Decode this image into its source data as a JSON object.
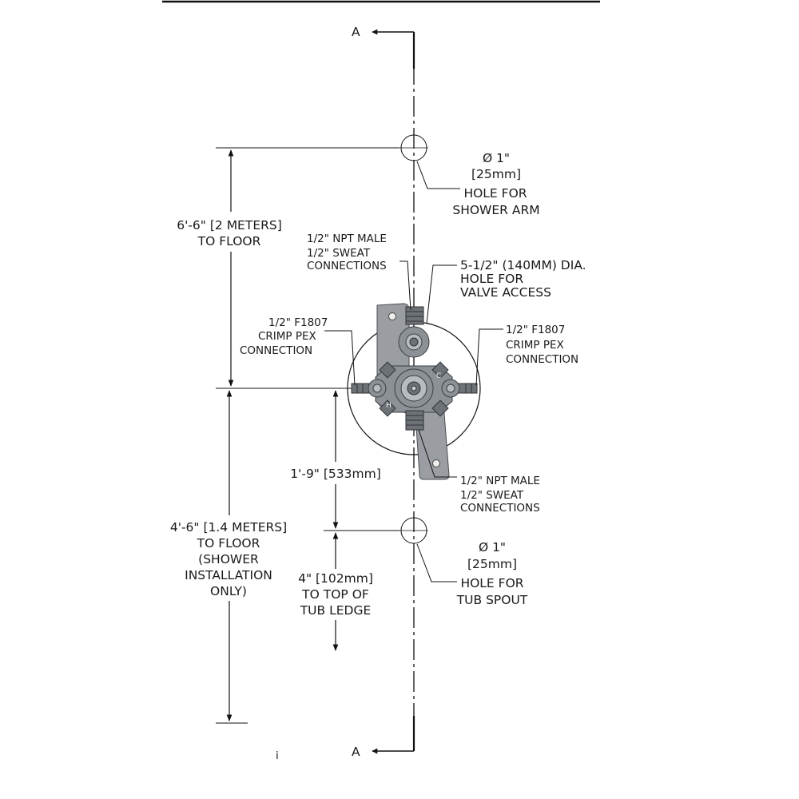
{
  "section_marker": "A",
  "shower_arm_hole": {
    "diameter": "Ø 1\"",
    "metric": "[25mm]",
    "line1": "HOLE FOR",
    "line2": "SHOWER ARM"
  },
  "tub_spout_hole": {
    "diameter": "Ø 1\"",
    "metric": "[25mm]",
    "line1": "HOLE FOR",
    "line2": "TUB SPOUT"
  },
  "dim_shower_to_floor": {
    "line1": "6'-6\" [2 METERS]",
    "line2": "TO FLOOR"
  },
  "dim_valve_to_floor": {
    "line1": "4'-6\" [1.4 METERS]",
    "line2": "TO FLOOR",
    "line3": "(SHOWER",
    "line4": "INSTALLATION",
    "line5": "ONLY)"
  },
  "dim_valve_to_spout": "1'-9\" [533mm]",
  "dim_tub_ledge": {
    "line1": "4\" [102mm]",
    "line2": "TO TOP OF",
    "line3": "TUB LEDGE"
  },
  "top_connection": {
    "line1": "1/2\" NPT MALE",
    "line2": "1/2\" SWEAT",
    "line3": "CONNECTIONS"
  },
  "bottom_connection": {
    "line1": "1/2\" NPT MALE",
    "line2": "1/2\" SWEAT",
    "line3": "CONNECTIONS"
  },
  "access_hole": {
    "line1": "5-1/2\" (140MM) DIA.",
    "line2": "HOLE FOR",
    "line3": "VALVE ACCESS"
  },
  "left_pex": {
    "line1": "1/2\" F1807",
    "line2": "CRIMP PEX",
    "line3": "CONNECTION"
  },
  "right_pex": {
    "line1": "1/2\" F1807",
    "line2": "CRIMP PEX",
    "line3": "CONNECTION"
  },
  "valve_marks": {
    "hot": "H",
    "cold": "C"
  },
  "stray_mark": "i"
}
